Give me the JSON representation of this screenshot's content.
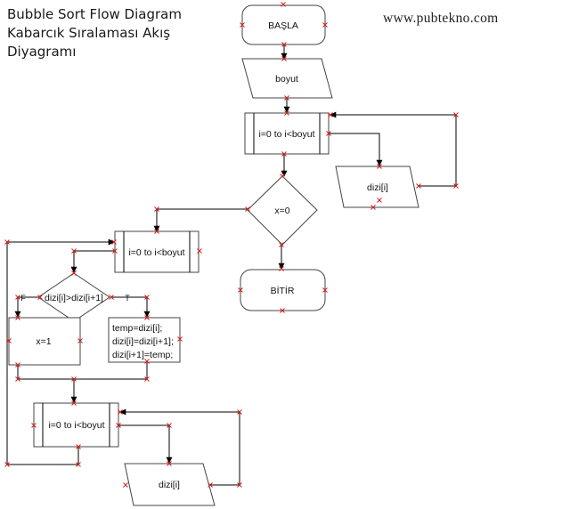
{
  "header": {
    "title_lines": [
      "Bubble Sort Flow Diagram",
      "Kabarcık Sıralaması Akış",
      "Diyagramı"
    ],
    "website": "www.pubtekno.com"
  },
  "nodes": {
    "start": "BAŞLA",
    "input_size": "boyut",
    "loop_read": "i=0 to i<boyut",
    "input_element": "dizi[i]",
    "decision_x": "x=0",
    "end": "BİTİR",
    "loop_sort": "i=0 to i<boyut",
    "decision_compare": "dizi[i]>dizi[i+1]",
    "branch_false": "F",
    "branch_true": "T",
    "assign_x": "x=1",
    "swap_lines": [
      "temp=dizi[i];",
      "dizi[i]=dizi[i+1];",
      "dizi[i+1]=temp;"
    ],
    "loop_print": "i=0 to i<boyut",
    "output_element": "dizi[i]"
  }
}
